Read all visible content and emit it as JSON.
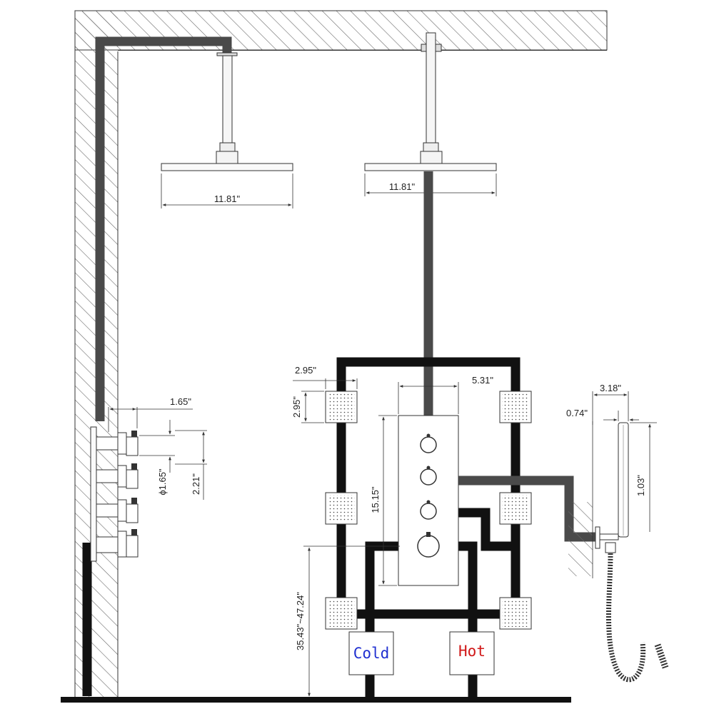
{
  "dimensions": {
    "head1_width": "11.81\"",
    "head2_width": "11.81\"",
    "jet_width": "2.95\"",
    "jet_height": "2.95\"",
    "panel_width": "5.31\"",
    "panel_height": "15.15\"",
    "panel_install_height": "35.43\"~47.24\"",
    "handle_depth": "1.65\"",
    "handle_diameter": "ϕ1.65\"",
    "handle_spacing": "2.21\"",
    "handheld_width": "3.18\"",
    "handheld_offset": "0.74\"",
    "handheld_height": "1.03\""
  },
  "labels": {
    "cold": "Cold",
    "hot": "Hot"
  },
  "colors": {
    "cold_text": "#1f2fd0",
    "hot_text": "#d01818",
    "pipe_dark": "#111111",
    "pipe_gray": "#4a4a4a",
    "hatch": "#6a6a6a"
  }
}
